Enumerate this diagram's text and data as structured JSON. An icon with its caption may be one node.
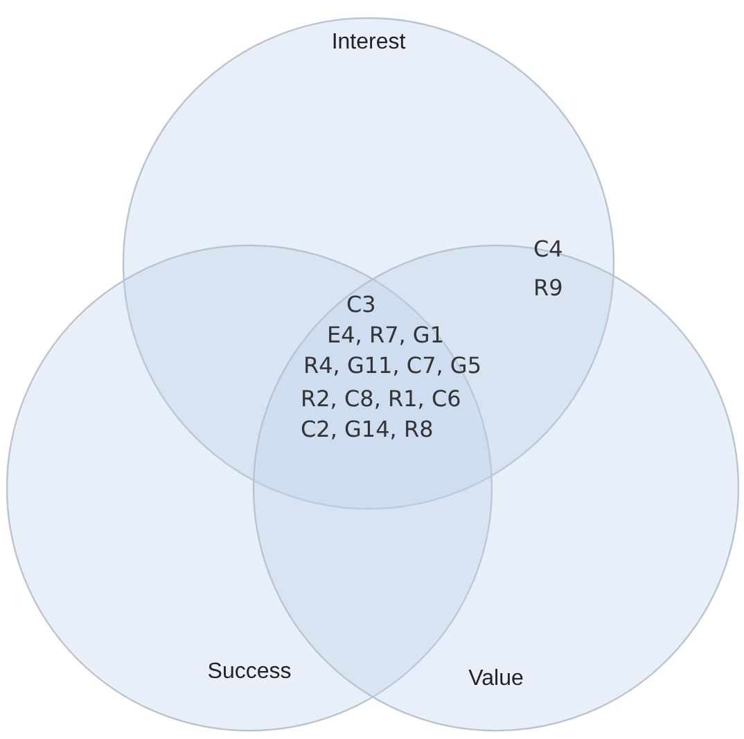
{
  "diagram": {
    "nodes": [
      {
        "text": [
          "Interest"
        ]
      },
      {
        "text": [
          "Success"
        ]
      },
      {
        "text": [
          "Value"
        ]
      }
    ],
    "labels": [
      "C4",
      "R9",
      "C3",
      "E4, R7, G1",
      "R4, G11, C7, G5",
      "R2, C8, R1, C6",
      "C2, G14, R8"
    ]
  }
}
